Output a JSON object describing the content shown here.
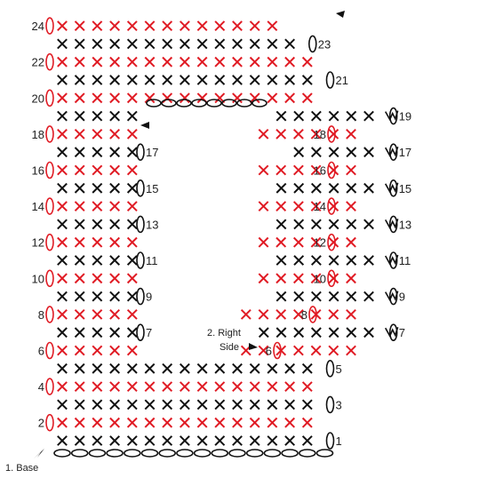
{
  "diagram": {
    "colors": {
      "odd": "#111111",
      "even": "#e01b24",
      "background": "#ffffff"
    },
    "notes": {
      "base": "1. Base",
      "right_side_line1": "2. Right",
      "right_side_line2": "Side"
    },
    "row_numbers": [
      "1",
      "2",
      "3",
      "4",
      "5",
      "6",
      "7",
      "8",
      "9",
      "10",
      "11",
      "12",
      "13",
      "14",
      "15",
      "16",
      "17",
      "18",
      "19",
      "20",
      "21",
      "22",
      "23",
      "24"
    ]
  },
  "chart_data": {
    "type": "crochet-chart",
    "rows": [
      {
        "row": 1,
        "label": "1",
        "color": "black",
        "left_stitches": 15,
        "right_stitches": 0
      },
      {
        "row": 2,
        "label": "2",
        "color": "red",
        "left_stitches": 15,
        "right_stitches": 0
      },
      {
        "row": 3,
        "label": "3",
        "color": "black",
        "left_stitches": 15,
        "right_stitches": 0
      },
      {
        "row": 4,
        "label": "4",
        "color": "red",
        "left_stitches": 15,
        "right_stitches": 0
      },
      {
        "row": 5,
        "label": "5",
        "color": "black",
        "left_stitches": 15,
        "right_stitches": 0
      },
      {
        "row": 6,
        "label": "6",
        "color": "red",
        "left_stitches": 5,
        "right_stitches": 7
      },
      {
        "row": 7,
        "label": "7",
        "color": "black",
        "left_stitches": 5,
        "right_stitches": 7
      },
      {
        "row": 8,
        "label": "8",
        "color": "red",
        "left_stitches": 5,
        "right_stitches": 7
      },
      {
        "row": 9,
        "label": "9",
        "color": "black",
        "left_stitches": 5,
        "right_stitches": 6
      },
      {
        "row": 10,
        "label": "10",
        "color": "red",
        "left_stitches": 5,
        "right_stitches": 6
      },
      {
        "row": 11,
        "label": "11",
        "color": "black",
        "left_stitches": 5,
        "right_stitches": 6
      },
      {
        "row": 12,
        "label": "12",
        "color": "red",
        "left_stitches": 5,
        "right_stitches": 6
      },
      {
        "row": 13,
        "label": "13",
        "color": "black",
        "left_stitches": 5,
        "right_stitches": 6
      },
      {
        "row": 14,
        "label": "14",
        "color": "red",
        "left_stitches": 5,
        "right_stitches": 6
      },
      {
        "row": 15,
        "label": "15",
        "color": "black",
        "left_stitches": 5,
        "right_stitches": 6
      },
      {
        "row": 16,
        "label": "16",
        "color": "red",
        "left_stitches": 5,
        "right_stitches": 6
      },
      {
        "row": 17,
        "label": "17",
        "color": "black",
        "left_stitches": 5,
        "right_stitches": 5
      },
      {
        "row": 18,
        "label": "18",
        "color": "red",
        "left_stitches": 5,
        "right_stitches": 6
      },
      {
        "row": 19,
        "label": "19",
        "color": "black",
        "left_stitches": 5,
        "right_stitches": 6
      },
      {
        "row": 20,
        "label": "20",
        "color": "red",
        "left_stitches": 15,
        "right_stitches": 0
      },
      {
        "row": 21,
        "label": "21",
        "color": "black",
        "left_stitches": 15,
        "right_stitches": 0
      },
      {
        "row": 22,
        "label": "22",
        "color": "red",
        "left_stitches": 15,
        "right_stitches": 0
      },
      {
        "row": 23,
        "label": "23",
        "color": "black",
        "left_stitches": 14,
        "right_stitches": 0
      },
      {
        "row": 24,
        "label": "24",
        "color": "red",
        "left_stitches": 13,
        "right_stitches": 0
      }
    ]
  }
}
